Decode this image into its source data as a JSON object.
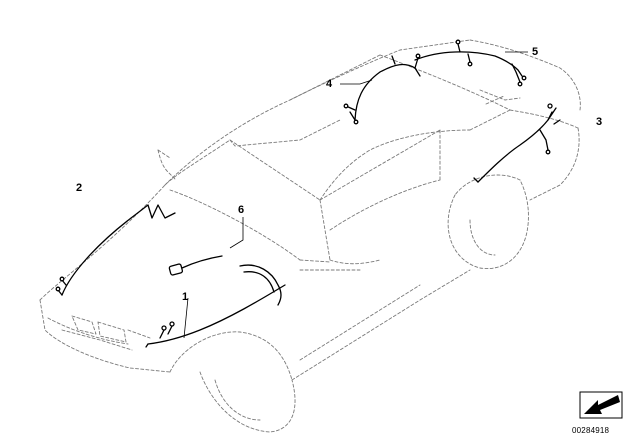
{
  "diagram": {
    "callouts": [
      {
        "id": "1",
        "label": "1"
      },
      {
        "id": "2",
        "label": "2"
      },
      {
        "id": "3",
        "label": "3"
      },
      {
        "id": "4",
        "label": "4"
      },
      {
        "id": "5",
        "label": "5"
      },
      {
        "id": "6",
        "label": "6"
      }
    ],
    "document_number": "00284918"
  },
  "colors": {
    "outline": "#7a7a7a",
    "harness": "#000000",
    "background": "#ffffff"
  }
}
